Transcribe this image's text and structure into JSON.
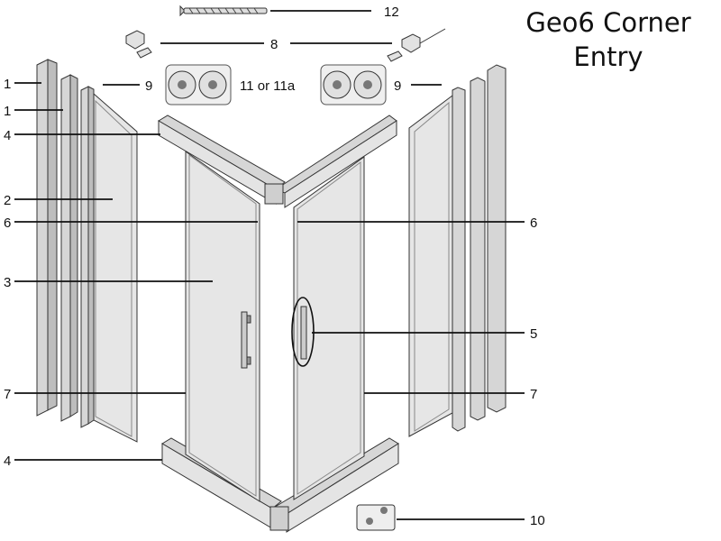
{
  "title": {
    "line1": "Geo6 Corner",
    "line2": "Entry"
  },
  "callouts": {
    "left": [
      "1",
      "1",
      "4",
      "2",
      "6",
      "3",
      "7",
      "4"
    ],
    "top": {
      "screw": "12",
      "brackets": "8",
      "rollers": "11 or 11a",
      "seal_left": "9",
      "seal_right": "9"
    },
    "right": [
      "6",
      "5",
      "7"
    ],
    "bottom": "10"
  },
  "colors": {
    "line": "#111111",
    "frame": "#d6d6d6",
    "glass": "#e6e6e6",
    "stroke": "#333333"
  }
}
